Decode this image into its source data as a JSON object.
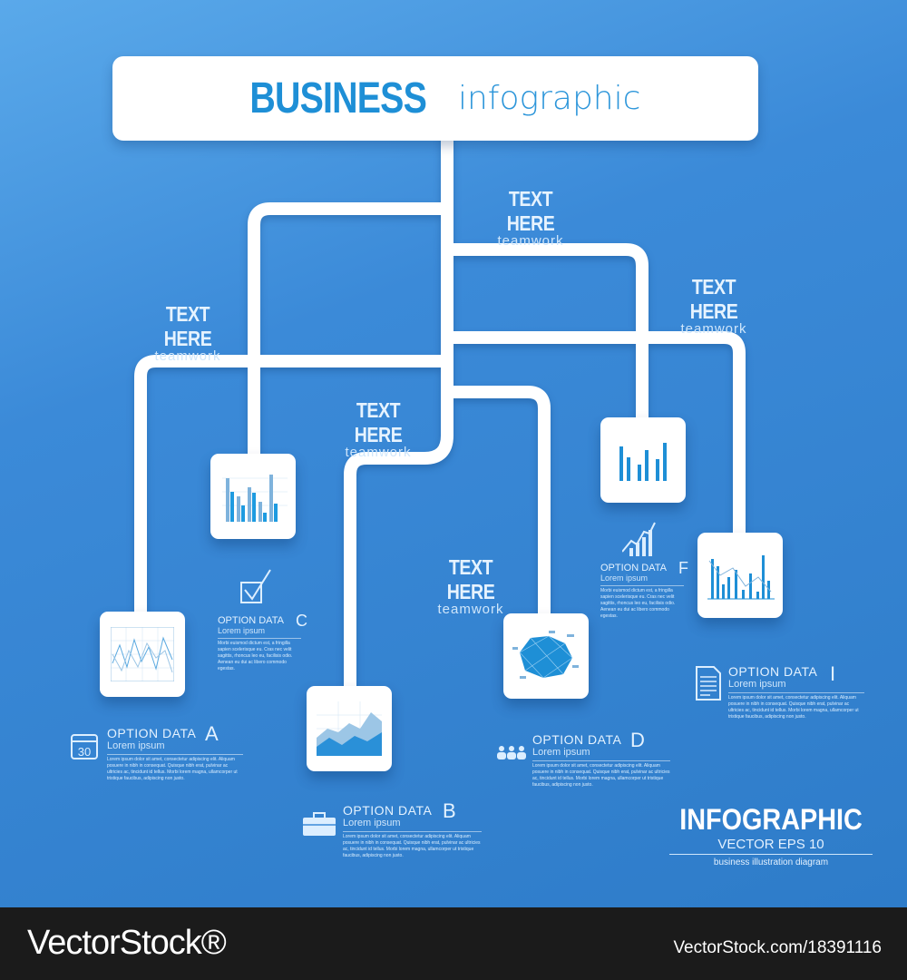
{
  "title": {
    "bold": "BUSINESS",
    "light": "infographic"
  },
  "labels": [
    {
      "heading": "TEXT HERE",
      "sub": "teamwork"
    },
    {
      "heading": "TEXT HERE",
      "sub": "teamwork"
    },
    {
      "heading": "TEXT HERE",
      "sub": "teamwork"
    },
    {
      "heading": "TEXT HERE",
      "sub": "teamwork"
    },
    {
      "heading": "TEXT HERE",
      "sub": "teamwork"
    }
  ],
  "options": {
    "A": {
      "title": "OPTION DATA",
      "letter": "A",
      "sub": "Lorem ipsum",
      "icon": "calendar-icon",
      "icon_text": "30",
      "body": "Lorem ipsum dolor sit amet, consectetur adipiscing elit. Aliquam posuere in nibh in consequat. Quisque nibh erat, pulvinar ac ultricies ac, tincidunt id tellus. Morbi lorem magna, ullamcorper ut tristique faucibus, adipiscing non justo."
    },
    "B": {
      "title": "OPTION DATA",
      "letter": "B",
      "sub": "Lorem ipsum",
      "icon": "briefcase-icon",
      "body": "Lorem ipsum dolor sit amet, consectetur adipiscing elit. Aliquam posuere in nibh in consequat. Quisque nibh erat, pulvinar ac ultricies ac, tincidunt id tellus. Morbi lorem magna, ullamcorper ut tristique faucibus, adipiscing non justo."
    },
    "C": {
      "title": "OPTION DATA",
      "letter": "C",
      "sub": "Lorem ipsum",
      "icon": "checkbox-icon",
      "body": "Morbi euismod dictum est, a fringilla sapien scelerisque eu. Cras nec velit sagittis, rhoncus leo eu, facilisis odio. Aenean eu dui ac libero commodo egestas."
    },
    "D": {
      "title": "OPTION DATA",
      "letter": "D",
      "sub": "Lorem ipsum",
      "icon": "team-icon",
      "body": "Lorem ipsum dolor sit amet, consectetur adipiscing elit. Aliquam posuere in nibh in consequat. Quisque nibh erat, pulvinar ac ultricies ac, tincidunt id tellus. Morbi lorem magna, ullamcorper ut tristique faucibus, adipiscing non justo."
    },
    "F": {
      "title": "OPTION DATA",
      "letter": "F",
      "sub": "Lorem ipsum",
      "icon": "growth-chart-icon",
      "body": "Morbi euismod dictum est, a fringilla sapien scelerisque eu. Cras nec velit sagittis, rhoncus leo eu, facilisis odio. Aenean eu dui ac libero commodo egestas."
    },
    "I": {
      "title": "OPTION DATA",
      "letter": "I",
      "sub": "Lorem ipsum",
      "icon": "document-icon",
      "body": "Lorem ipsum dolor sit amet, consectetur adipiscing elit. Aliquam posuere in nibh in consequat. Quisque nibh erat, pulvinar ac ultricies ac, tincidunt id tellus. Morbi lorem magna, ullamcorper ut tristique faucibus, adipiscing non justo."
    }
  },
  "brand": {
    "title": "INFOGRAPHIC",
    "version": "VECTOR EPS 10",
    "caption": "business illustration diagram"
  },
  "footer": {
    "logo": "VectorStock®",
    "url": "VectorStock.com/18391116"
  },
  "colors": {
    "background": "#3b8ad8",
    "accent": "#1e8fd6",
    "footer": "#1b1b1b"
  }
}
